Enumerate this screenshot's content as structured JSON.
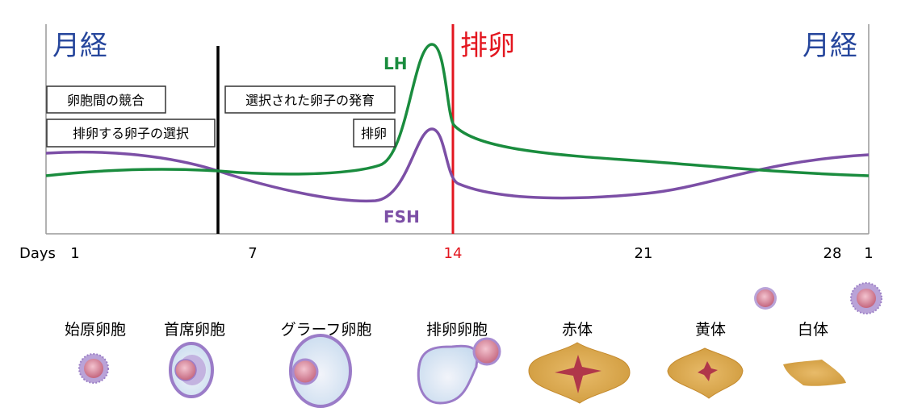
{
  "colors": {
    "lh": "#1a8c3e",
    "fsh": "#7c4fa6",
    "ovulation": "#e3161f",
    "menses": "#26469c",
    "axis": "#999999"
  },
  "phases": {
    "menses_left": "月経",
    "menses_right": "月経",
    "ovulation": "排卵"
  },
  "boxes": {
    "competition": "卵胞間の競合",
    "selection": "排卵する卵子の選択",
    "development": "選択された卵子の発育",
    "ovulation": "排卵"
  },
  "series": {
    "lh": "LH",
    "fsh": "FSH"
  },
  "axis": {
    "label": "Days",
    "ticks": [
      "1",
      "7",
      "14",
      "21",
      "28",
      "1"
    ]
  },
  "stages": [
    {
      "label": "始原卵胞"
    },
    {
      "label": "首席卵胞"
    },
    {
      "label": "グラーフ卵胞"
    },
    {
      "label": "排卵卵胞"
    },
    {
      "label": "赤体"
    },
    {
      "label": "黄体"
    },
    {
      "label": "白体"
    }
  ]
}
